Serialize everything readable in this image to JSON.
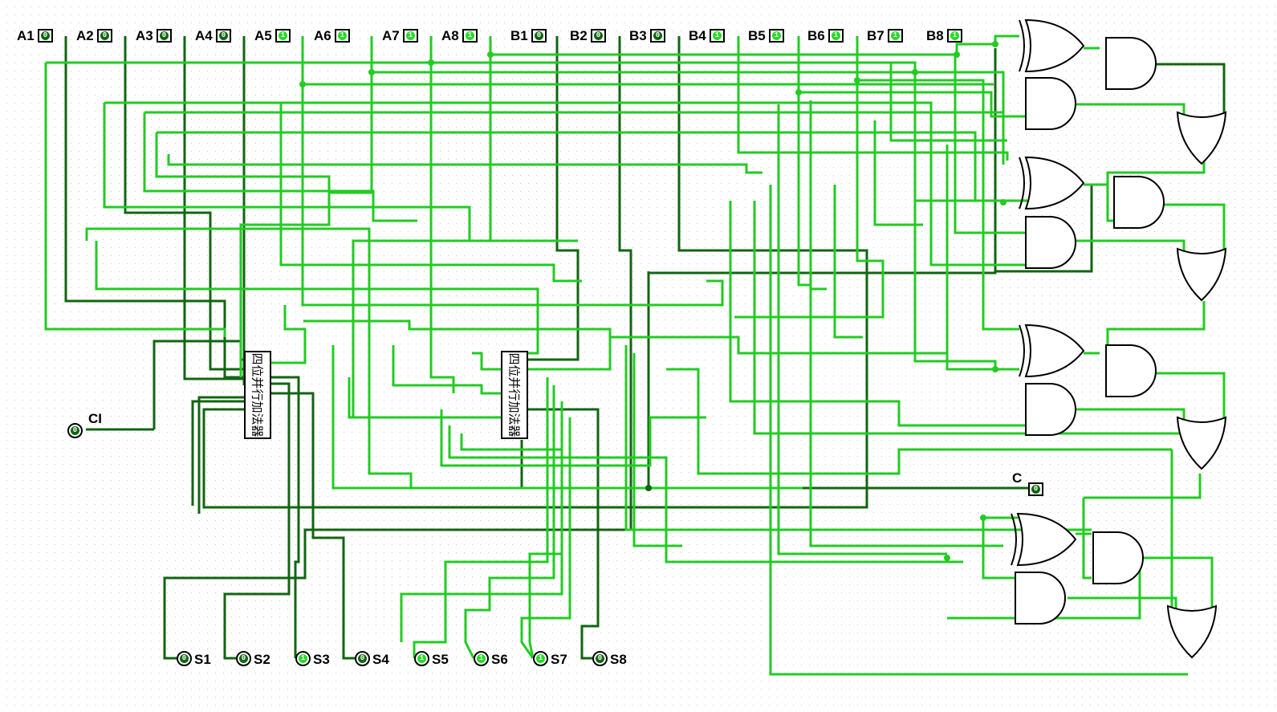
{
  "colors": {
    "wire_on": "#22cc22",
    "wire_off": "#116611",
    "pin_on": "#22dd22",
    "pin_off": "#116611",
    "grid": "#c8c8c8"
  },
  "inputs_a": [
    {
      "label": "A1",
      "value": "0"
    },
    {
      "label": "A2",
      "value": "0"
    },
    {
      "label": "A3",
      "value": "0"
    },
    {
      "label": "A4",
      "value": "0"
    },
    {
      "label": "A5",
      "value": "1"
    },
    {
      "label": "A6",
      "value": "1"
    },
    {
      "label": "A7",
      "value": "1"
    },
    {
      "label": "A8",
      "value": "1"
    }
  ],
  "inputs_b": [
    {
      "label": "B1",
      "value": "0"
    },
    {
      "label": "B2",
      "value": "0"
    },
    {
      "label": "B3",
      "value": "0"
    },
    {
      "label": "B4",
      "value": "1"
    },
    {
      "label": "B5",
      "value": "1"
    },
    {
      "label": "B6",
      "value": "1"
    },
    {
      "label": "B7",
      "value": "1"
    },
    {
      "label": "B8",
      "value": "1"
    }
  ],
  "carry_in": {
    "label": "CI",
    "value": "0"
  },
  "carry_out": {
    "label": "C",
    "value": "0"
  },
  "outputs": [
    {
      "label": "S1",
      "value": "0"
    },
    {
      "label": "S2",
      "value": "0"
    },
    {
      "label": "S3",
      "value": "1"
    },
    {
      "label": "S4",
      "value": "0"
    },
    {
      "label": "S5",
      "value": "1"
    },
    {
      "label": "S6",
      "value": "1"
    },
    {
      "label": "S7",
      "value": "1"
    },
    {
      "label": "S8",
      "value": "0"
    }
  ],
  "adders": [
    {
      "label": "四位并行加法器"
    },
    {
      "label": "四位并行加法器"
    }
  ]
}
